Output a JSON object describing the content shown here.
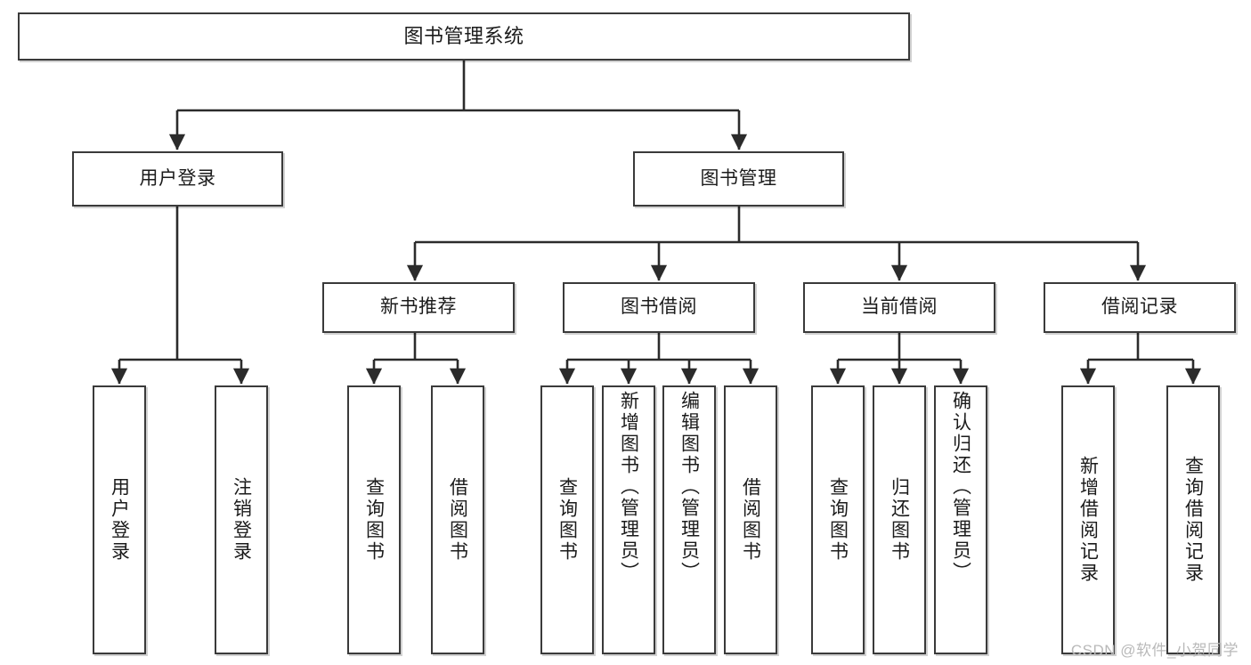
{
  "diagram": {
    "title": "图书管理系统",
    "type": "tree-hierarchy-chart",
    "root": {
      "label": "图书管理系统"
    },
    "level2": [
      {
        "label": "用户登录"
      },
      {
        "label": "图书管理"
      }
    ],
    "level3": [
      {
        "label": "新书推荐"
      },
      {
        "label": "图书借阅"
      },
      {
        "label": "当前借阅"
      },
      {
        "label": "借阅记录"
      }
    ],
    "leaves": {
      "user_login": [
        {
          "label": "用户登录"
        },
        {
          "label": "注销登录"
        }
      ],
      "new_book_recommend": [
        {
          "label": "查询图书"
        },
        {
          "label": "借阅图书"
        }
      ],
      "book_borrow": [
        {
          "label": "查询图书"
        },
        {
          "label": "新增图书（管理员）"
        },
        {
          "label": "编辑图书（管理员）"
        },
        {
          "label": "借阅图书"
        }
      ],
      "current_borrow": [
        {
          "label": "查询图书"
        },
        {
          "label": "归还图书"
        },
        {
          "label": "确认归还（管理员）"
        }
      ],
      "borrow_record": [
        {
          "label": "新增借阅记录"
        },
        {
          "label": "查询借阅记录"
        }
      ]
    }
  },
  "watermark": {
    "text": "CSDN @软件_小贺同学"
  },
  "colors": {
    "box_border": "#3a3a3a",
    "box_fill": "#ffffff",
    "text": "#1b1b1b",
    "connector": "#2b2b2b",
    "watermark": "#b9b9b9",
    "background": "#ffffff"
  }
}
